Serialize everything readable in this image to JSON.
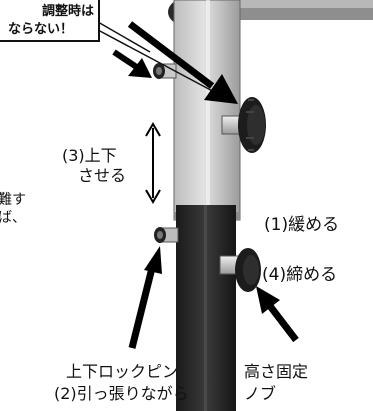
{
  "callout": {
    "line1": "調整時は",
    "line2": "ならない！"
  },
  "labels": {
    "step3_line1": "(3)上下",
    "step3_line2": "させる",
    "step1": "(1)緩める",
    "step4": "(4)締める",
    "lock_pin_name": "上下ロックピン",
    "step2": "(2)引っ張りながら",
    "knob_line1": "高さ固定",
    "knob_line2": "ノブ",
    "cut_line1": "難す",
    "cut_line2": "ば、"
  },
  "colors": {
    "outer_tube": "#d7d7d7",
    "inner_tube": "#2b2b2b",
    "knob": "#1c1c1c",
    "arrow": "#000000"
  }
}
